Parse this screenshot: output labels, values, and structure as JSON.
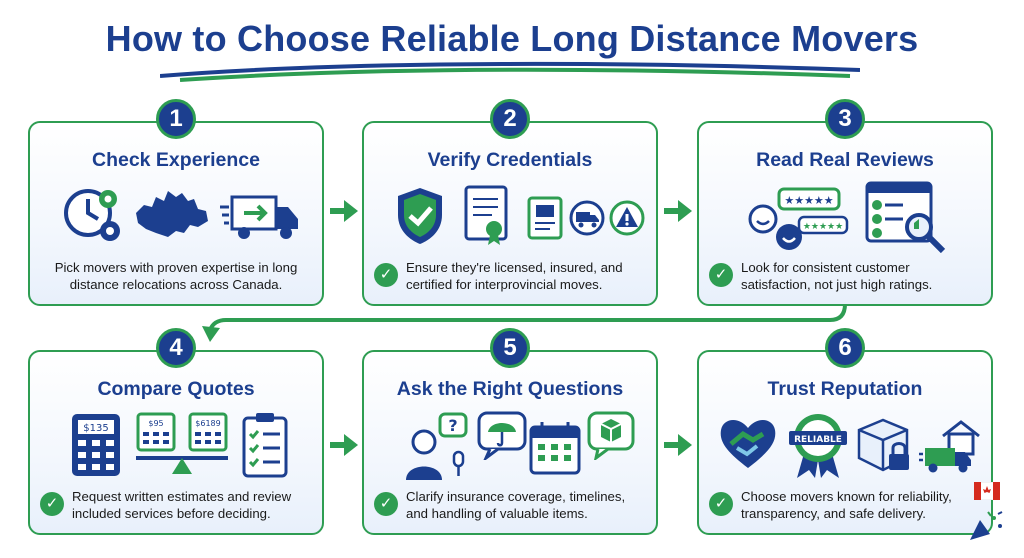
{
  "title": "How to Choose Reliable Long Distance Movers",
  "steps": [
    {
      "number": "1",
      "title": "Check Experience",
      "description": "Pick movers with proven expertise in long distance relocations across Canada.",
      "has_check": false,
      "icons": [
        "clock-gear-icon",
        "canada-map-icon",
        "moving-truck-icon"
      ]
    },
    {
      "number": "2",
      "title": "Verify Credentials",
      "description": "Ensure they're licensed, insured, and certified for interprovincial moves.",
      "has_check": true,
      "icons": [
        "shield-check-icon",
        "certificate-scroll-icon",
        "license-document-icon",
        "truck-badge-icon",
        "warning-badge-icon"
      ]
    },
    {
      "number": "3",
      "title": "Read Real Reviews",
      "description": "Look for consistent customer satisfaction, not just high ratings.",
      "has_check": true,
      "icons": [
        "review-chat-icon",
        "review-browser-icon"
      ]
    },
    {
      "number": "4",
      "title": "Compare Quotes",
      "description": "Request written estimates and review included services before deciding.",
      "has_check": true,
      "icons": [
        "calculator-icon",
        "balance-scale-icon",
        "checklist-icon"
      ]
    },
    {
      "number": "5",
      "title": "Ask the Right Questions",
      "description": "Clarify insurance coverage, timelines, and handling of valuable items.",
      "has_check": true,
      "icons": [
        "person-question-icon",
        "umbrella-bubble-icon",
        "calendar-icon",
        "package-bubble-icon"
      ]
    },
    {
      "number": "6",
      "title": "Trust Reputation",
      "description": "Choose movers known for reliability, transparency, and safe delivery.",
      "has_check": true,
      "icons": [
        "handshake-heart-icon",
        "reliable-badge-icon",
        "secure-box-icon",
        "house-truck-icon"
      ]
    }
  ],
  "icon_text": {
    "quote_1": "$135",
    "quote_2": "$95",
    "quote_3": "$6189",
    "badge": "RELIABLE",
    "question_mark": "?"
  },
  "colors": {
    "navy": "#1c3f8f",
    "green": "#2e9d52",
    "light_blue": "#e8f0fb"
  }
}
